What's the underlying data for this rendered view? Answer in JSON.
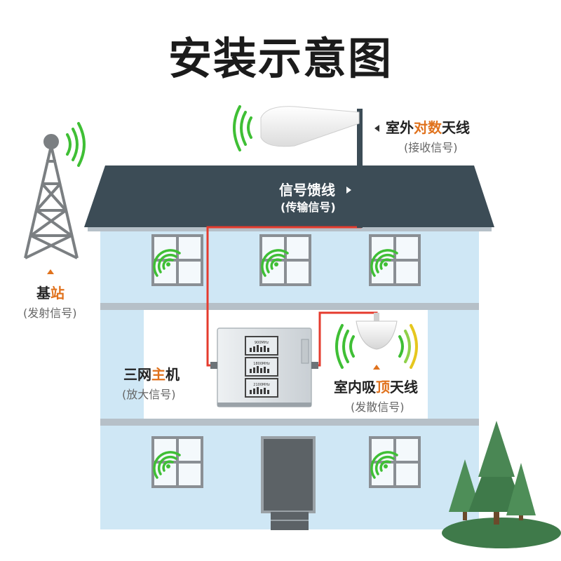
{
  "title": "安装示意图",
  "labels": {
    "outdoor_antenna": {
      "pre": "室外",
      "hl": "对数",
      "post": "天线",
      "sub": "(接收信号)"
    },
    "feeder": {
      "main": "信号馈线",
      "sub": "(传输信号)"
    },
    "base_station": {
      "pre": "基",
      "hl": "站",
      "post": "",
      "sub": "(发射信号)"
    },
    "host": {
      "pre": "三网",
      "hl": "主",
      "post": "机",
      "sub": "(放大信号)"
    },
    "ceiling_antenna": {
      "pre": "室内吸",
      "hl": "顶",
      "post": "天线",
      "sub": "(发散信号)"
    }
  },
  "host_modules": [
    "900MHz",
    "1800MHz",
    "2100MHz"
  ],
  "colors": {
    "roof": "#3c4c56",
    "wall": "#cfe7f5",
    "floor_band": "#b6c0c8",
    "cable": "#e53b2e",
    "signal_green": "#3fbf35",
    "accent": "#e0721d",
    "tree": "#3f7a4a"
  }
}
